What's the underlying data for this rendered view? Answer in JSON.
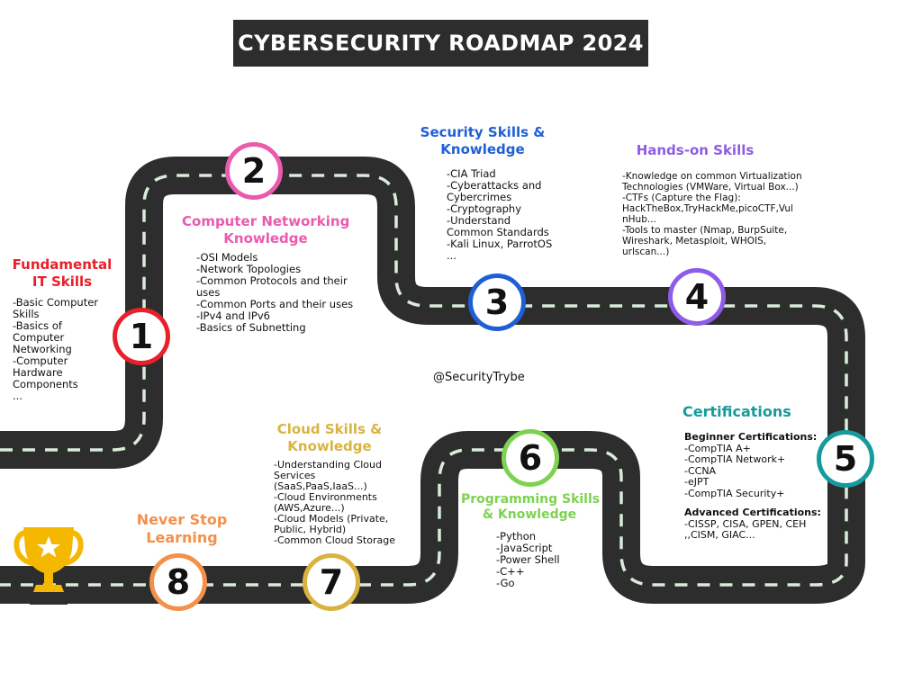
{
  "title": "CYBERSECURITY ROADMAP 2024",
  "handle": "@SecurityTrybe",
  "colors": {
    "road": "#2d2d2d",
    "dash": "#d8ecd8",
    "banner": "#2d2d2d",
    "trophy": "#f5b800"
  },
  "icons": {
    "trophy": "trophy-icon",
    "star": "star-icon"
  },
  "steps": [
    {
      "number": "1",
      "color": "#e8202a",
      "heading": [
        "Fundamental",
        "IT Skills"
      ],
      "items": [
        "-Basic Computer",
        "Skills",
        "-Basics of",
        "Computer",
        "Networking",
        "-Computer",
        "Hardware",
        "Components",
        "..."
      ]
    },
    {
      "number": "2",
      "color": "#ea5bb0",
      "heading": [
        "Computer Networking",
        "Knowledge"
      ],
      "items": [
        "-OSI Models",
        "-Network Topologies",
        "-Common Protocols and their",
        "uses",
        "-Common Ports and their uses",
        "-IPv4 and IPv6",
        "-Basics of Subnetting"
      ]
    },
    {
      "number": "3",
      "color": "#1f5fd6",
      "heading": [
        "Security Skills &",
        "Knowledge"
      ],
      "items": [
        "-CIA Triad",
        "-Cyberattacks and",
        "Cybercrimes",
        "-Cryptography",
        "-Understand",
        "Common Standards",
        "-Kali Linux, ParrotOS",
        "..."
      ]
    },
    {
      "number": "4",
      "color": "#8e5ce6",
      "heading": [
        "Hands-on Skills"
      ],
      "items": [
        "-Knowledge on common Virtualization",
        "Technologies (VMWare, Virtual Box...)",
        "-CTFs (Capture the Flag):",
        "HackTheBox,TryHackMe,picoCTF,Vul",
        "nHub...",
        "-Tools to master (Nmap, BurpSuite,",
        "Wireshark, Metasploit, WHOIS,",
        "urlscan...)"
      ]
    },
    {
      "number": "5",
      "color": "#159b9b",
      "heading": [
        "Certifications"
      ],
      "beginner_title": "Beginner Certifications:",
      "beginner": [
        "-CompTIA A+",
        "-CompTIA Network+",
        "-CCNA",
        "-eJPT",
        "-CompTIA Security+"
      ],
      "advanced_title": "Advanced Certifications:",
      "advanced": [
        "-CISSP, CISA, GPEN, CEH",
        ",,CISM, GIAC..."
      ]
    },
    {
      "number": "6",
      "color": "#7dd34f",
      "heading": [
        "Programming Skills",
        "& Knowledge"
      ],
      "items": [
        "-Python",
        "-JavaScript",
        "-Power Shell",
        "-C++",
        "-Go"
      ]
    },
    {
      "number": "7",
      "color": "#d9b340",
      "heading": [
        "Cloud Skills &",
        "Knowledge"
      ],
      "items": [
        "-Understanding Cloud",
        "Services",
        "(SaaS,PaaS,IaaS...)",
        "-Cloud Environments",
        "(AWS,Azure...)",
        "-Cloud Models (Private,",
        "Public, Hybrid)",
        "-Common Cloud Storage"
      ]
    },
    {
      "number": "8",
      "color": "#f3904a",
      "heading": [
        "Never Stop",
        "Learning"
      ]
    }
  ]
}
